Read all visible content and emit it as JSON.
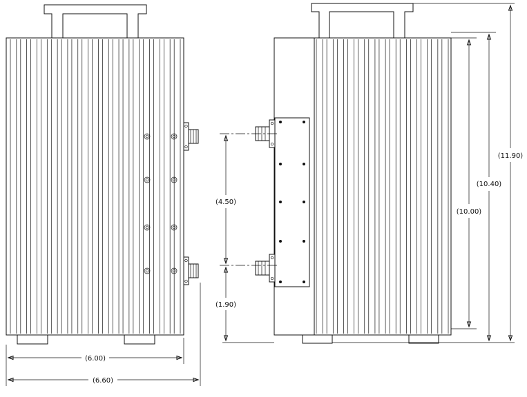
{
  "dimensions": {
    "left_inner_width": "(6.00)",
    "left_outer_width": "(6.60)",
    "connector_spacing": "(4.50)",
    "connector_offset": "(1.90)",
    "body_height": "(10.00)",
    "fin_height": "(10.40)",
    "overall_height": "(11.90)"
  }
}
